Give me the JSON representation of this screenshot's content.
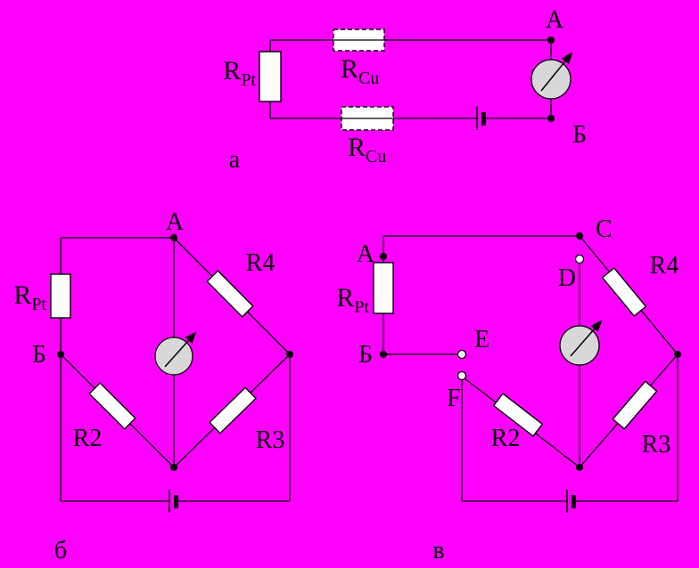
{
  "figure": {
    "background_color": "#FF00FF",
    "line_color": "#000000",
    "meter_fill": "#D8D8D8",
    "resistor_fill": "#FFFFFF"
  },
  "circuit_a": {
    "caption": "а",
    "labels": {
      "node_a": "A",
      "node_b": "Б",
      "r_pt_main": "R",
      "r_pt_sub": "Pt",
      "r_cu_top_main": "R",
      "r_cu_top_sub": "Cu",
      "r_cu_bottom_main": "R",
      "r_cu_bottom_sub": "Cu"
    }
  },
  "circuit_b": {
    "caption": "б",
    "labels": {
      "node_a": "A",
      "node_b": "Б",
      "r_pt_main": "R",
      "r_pt_sub": "Pt",
      "r2": "R2",
      "r3": "R3",
      "r4": "R4"
    }
  },
  "circuit_v": {
    "caption": "в",
    "labels": {
      "node_a": "A",
      "node_b": "Б",
      "node_c": "C",
      "node_d": "D",
      "node_e": "E",
      "node_f": "F",
      "r_pt_main": "R",
      "r_pt_sub": "Pt",
      "r2": "R2",
      "r3": "R3",
      "r4": "R4"
    }
  }
}
